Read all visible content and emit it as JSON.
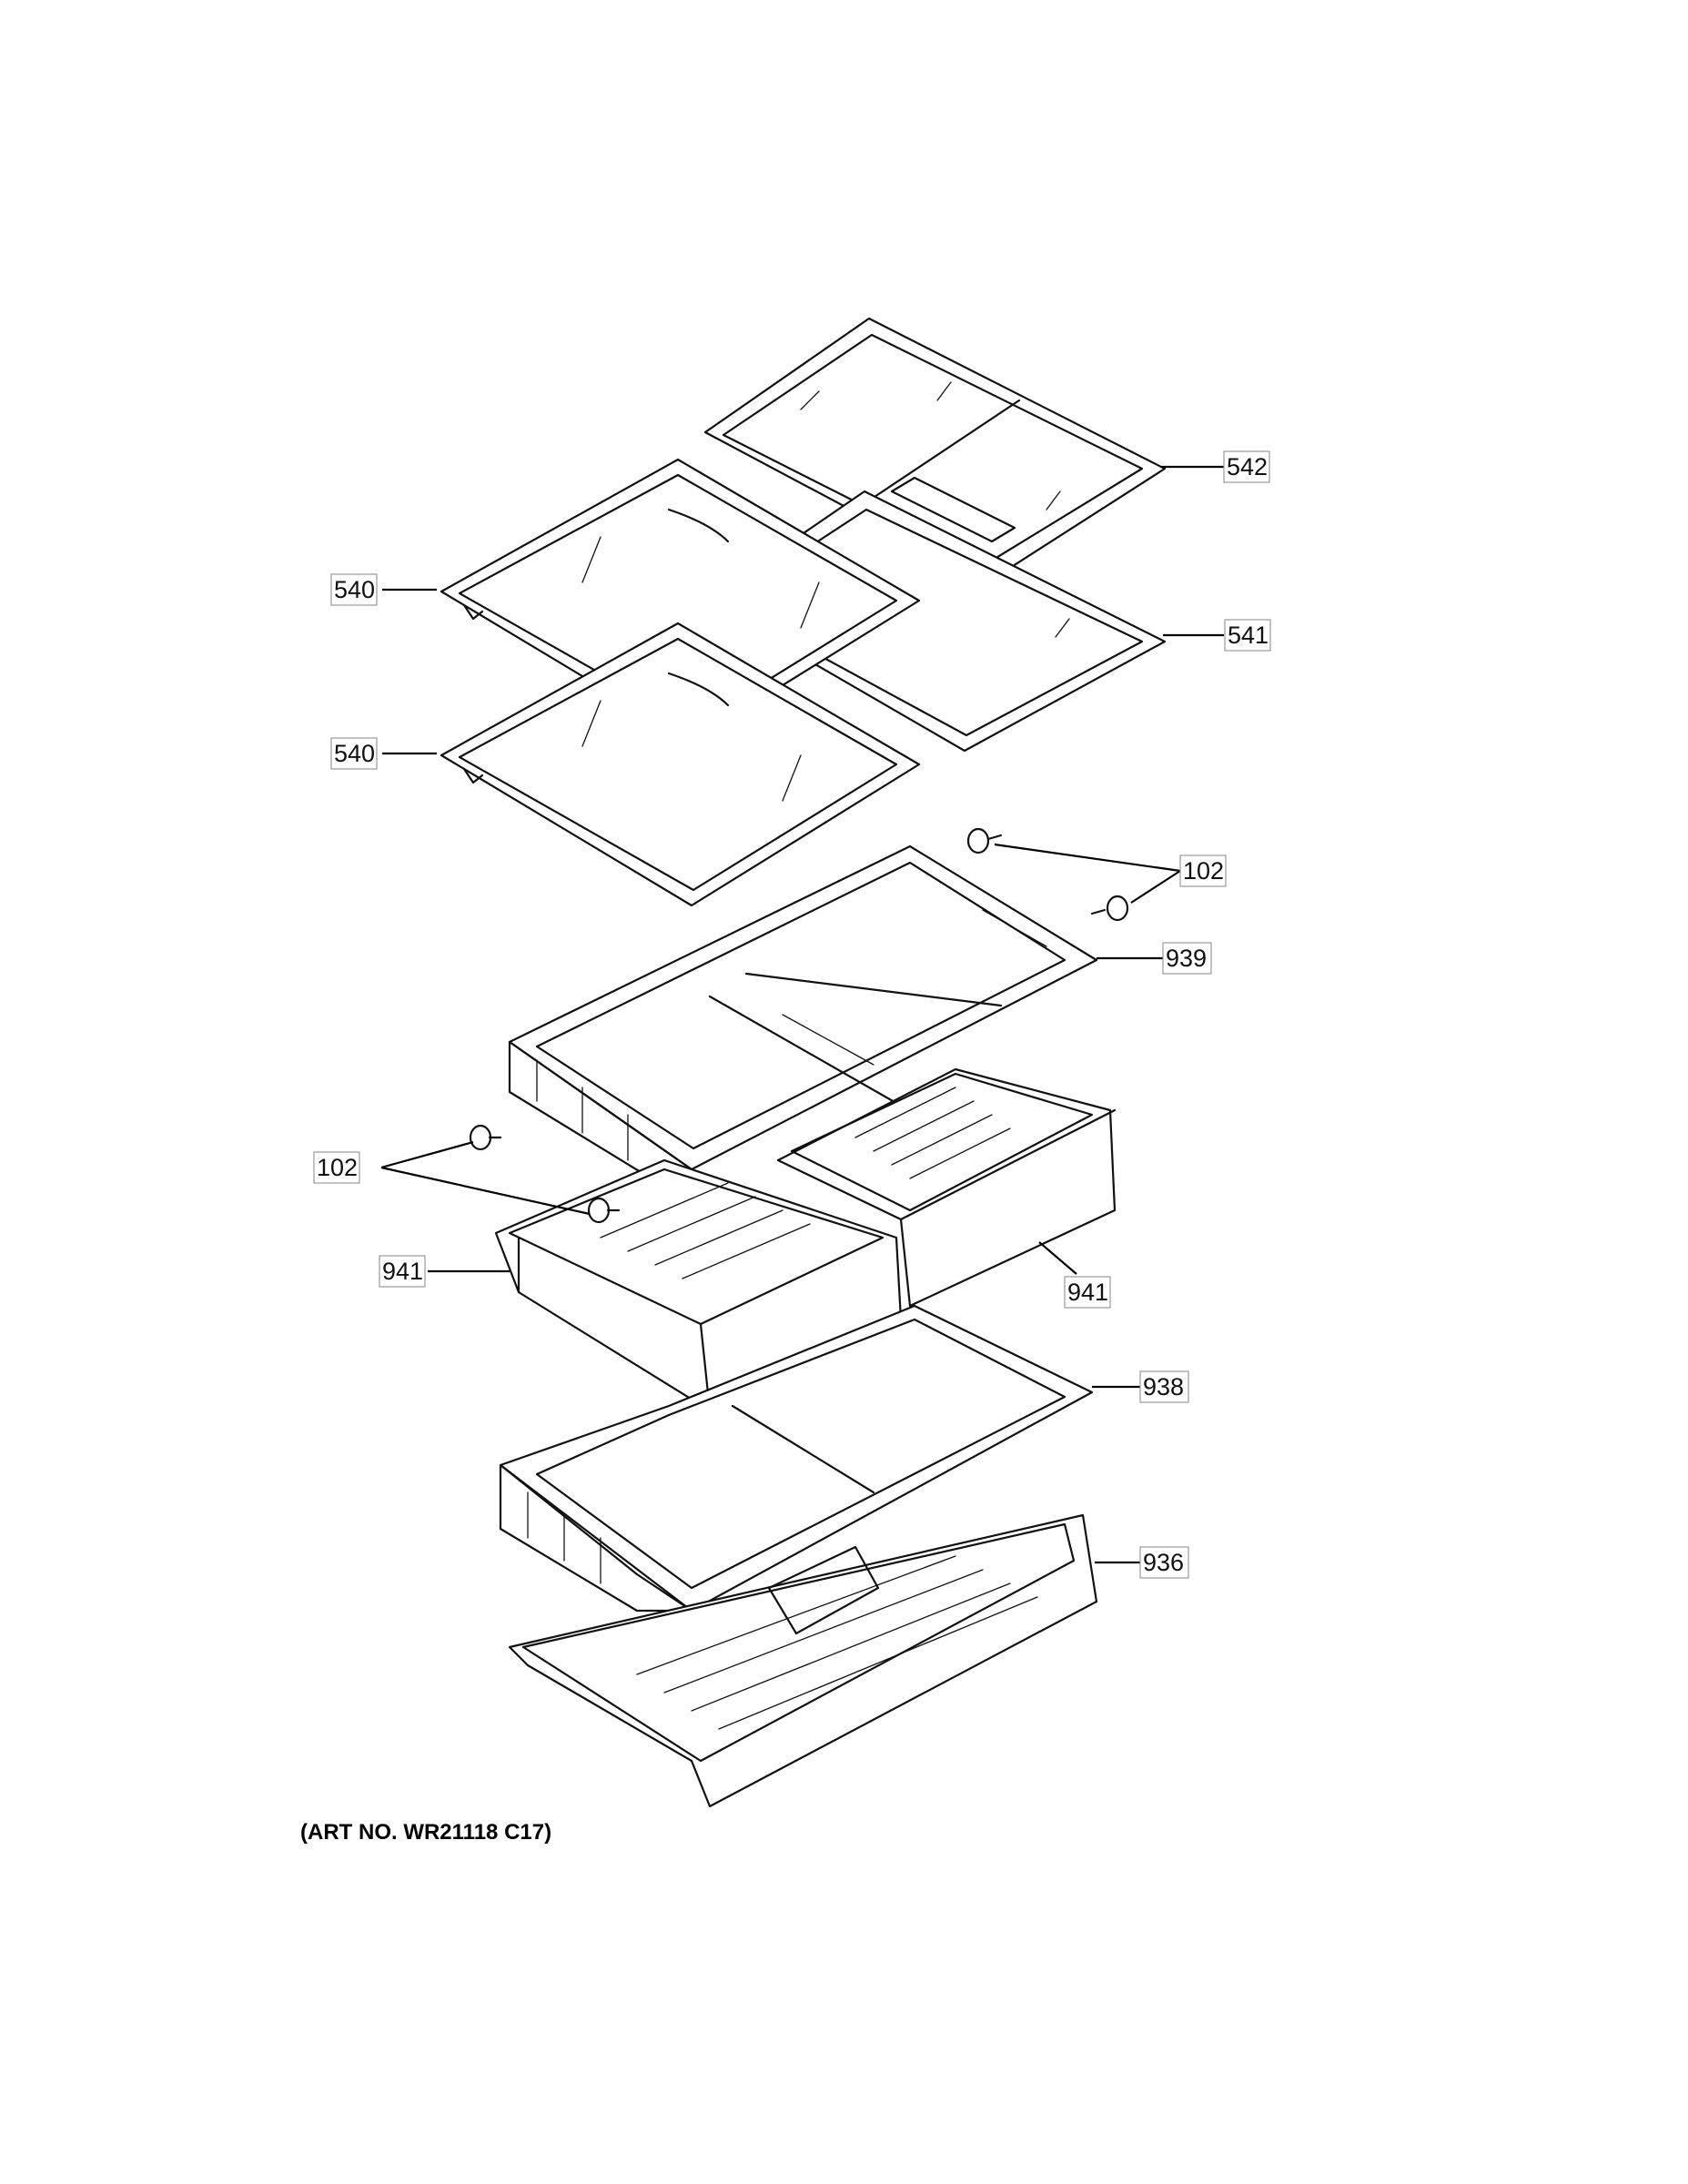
{
  "callouts": [
    {
      "id": "c542",
      "label": "542"
    },
    {
      "id": "c540a",
      "label": "540"
    },
    {
      "id": "c541",
      "label": "541"
    },
    {
      "id": "c540b",
      "label": "540"
    },
    {
      "id": "c102a",
      "label": "102"
    },
    {
      "id": "c939",
      "label": "939"
    },
    {
      "id": "c102b",
      "label": "102"
    },
    {
      "id": "c941a",
      "label": "941"
    },
    {
      "id": "c941b",
      "label": "941"
    },
    {
      "id": "c938",
      "label": "938"
    },
    {
      "id": "c936",
      "label": "936"
    }
  ],
  "art_number": "(ART NO. WR21118 C17)"
}
